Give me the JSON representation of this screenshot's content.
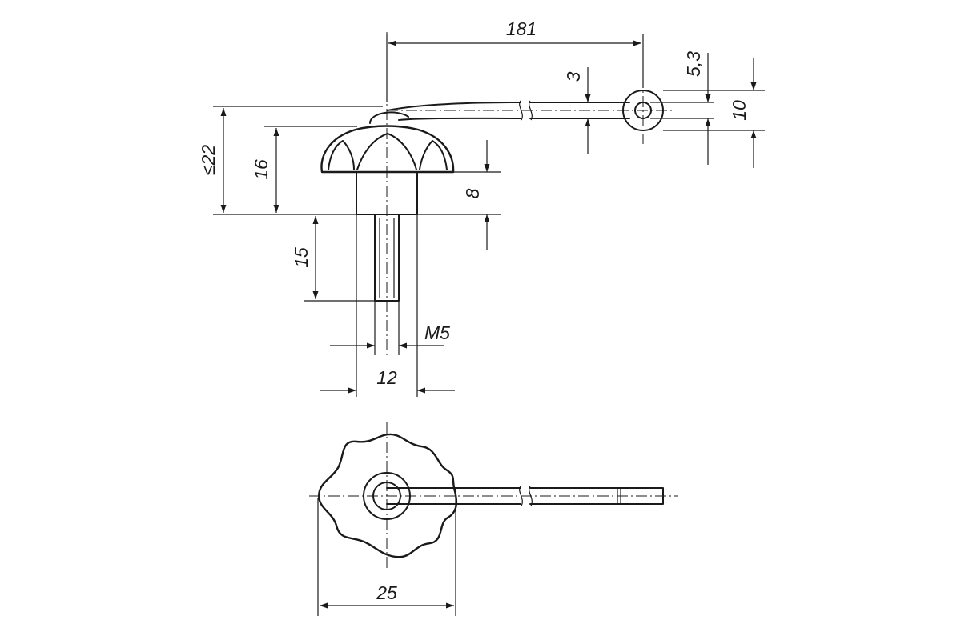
{
  "dimensions": {
    "cable_length": "181",
    "cable_dia": "3",
    "eyelet_hole": "5,3",
    "eyelet_dia": "10",
    "total_height": "≤22",
    "knob_height": "16",
    "hub_height": "8",
    "thread_length": "15",
    "thread": "M5",
    "hub_dia": "12",
    "knob_dia": "25"
  },
  "colors": {
    "line": "#1a1a1a",
    "background": "#ffffff"
  }
}
